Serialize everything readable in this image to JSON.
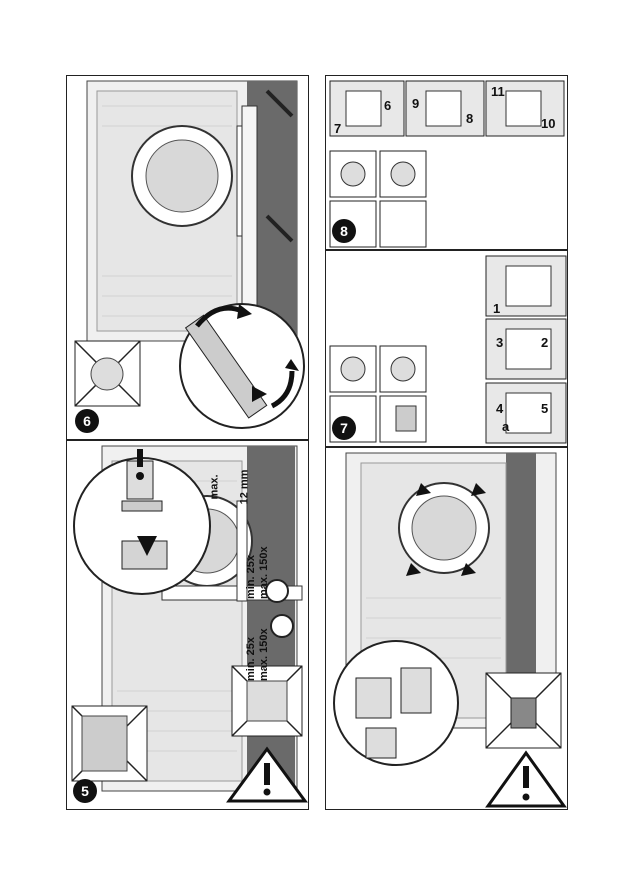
{
  "steps": {
    "s5": {
      "number": "5",
      "spec_max": "max.",
      "spec_12mm": "12 mm",
      "range1_min": "min. 25x",
      "range1_max": "max. 150x",
      "range2_min": "min. 25x",
      "range2_max": "max. 150x"
    },
    "s6": {
      "number": "6"
    },
    "s7": {
      "number": "7",
      "labels": [
        "1",
        "3",
        "2",
        "4",
        "a",
        "5"
      ]
    },
    "s8": {
      "number": "8",
      "labels": [
        "7",
        "6",
        "9",
        "8",
        "11",
        "10"
      ]
    }
  },
  "icons": [
    "warning-triangle-icon",
    "crossed-out-icon",
    "rotate-arrow-icon",
    "push-arrow-icon"
  ],
  "colors": {
    "wall": "#6a6a6a",
    "cabinet": "#e6e6e6",
    "outline": "#222222",
    "cross": "#222222"
  }
}
